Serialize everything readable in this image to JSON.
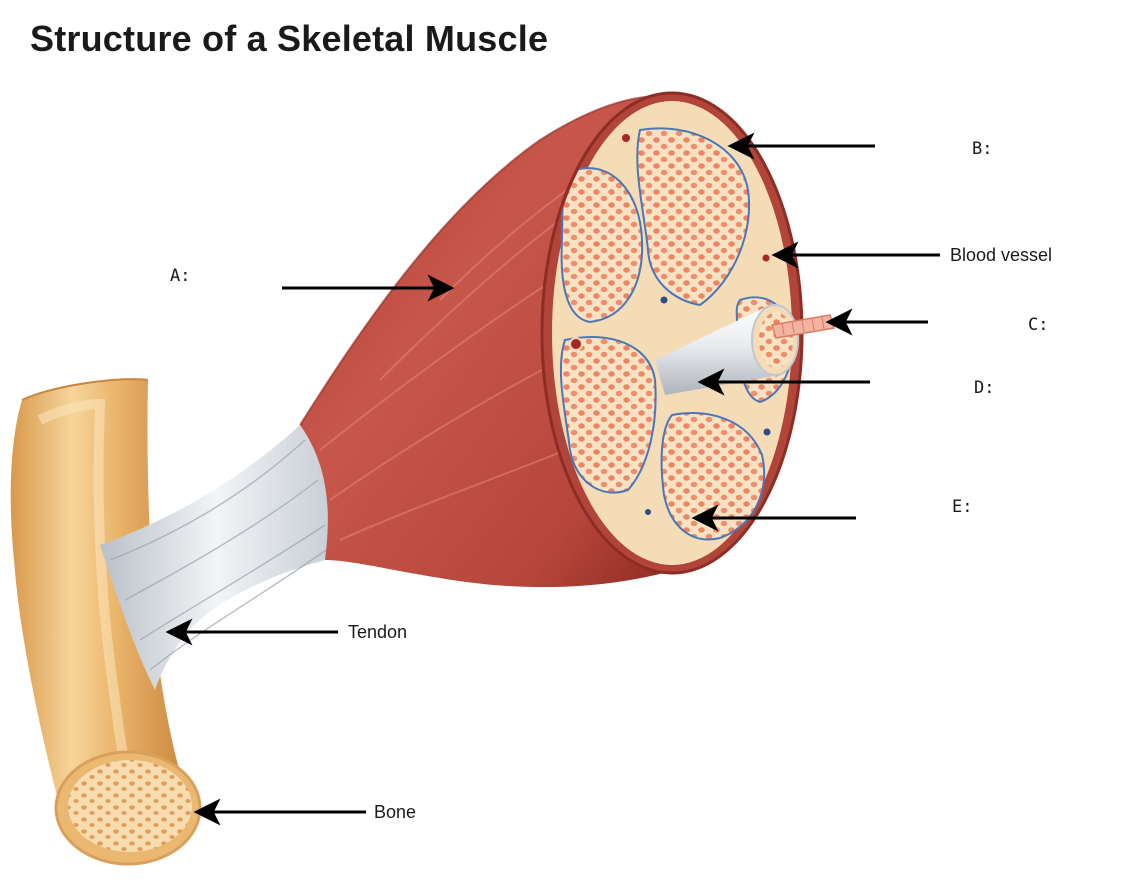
{
  "title": "Structure of a Skeletal Muscle",
  "labels": {
    "a": "A:",
    "b": "B:",
    "c": "C:",
    "d": "D:",
    "e": "E:",
    "blood_vessel": "Blood vessel",
    "tendon": "Tendon",
    "bone": "Bone"
  },
  "colors": {
    "muscle": "#b8483c",
    "muscle_dark": "#8e2c25",
    "connective_tissue": "#f3dcb6",
    "fiber": "#ee8a68",
    "bone": "#e7b065",
    "tendon": "#d8dde2",
    "vessel": "#3c6bb0"
  }
}
